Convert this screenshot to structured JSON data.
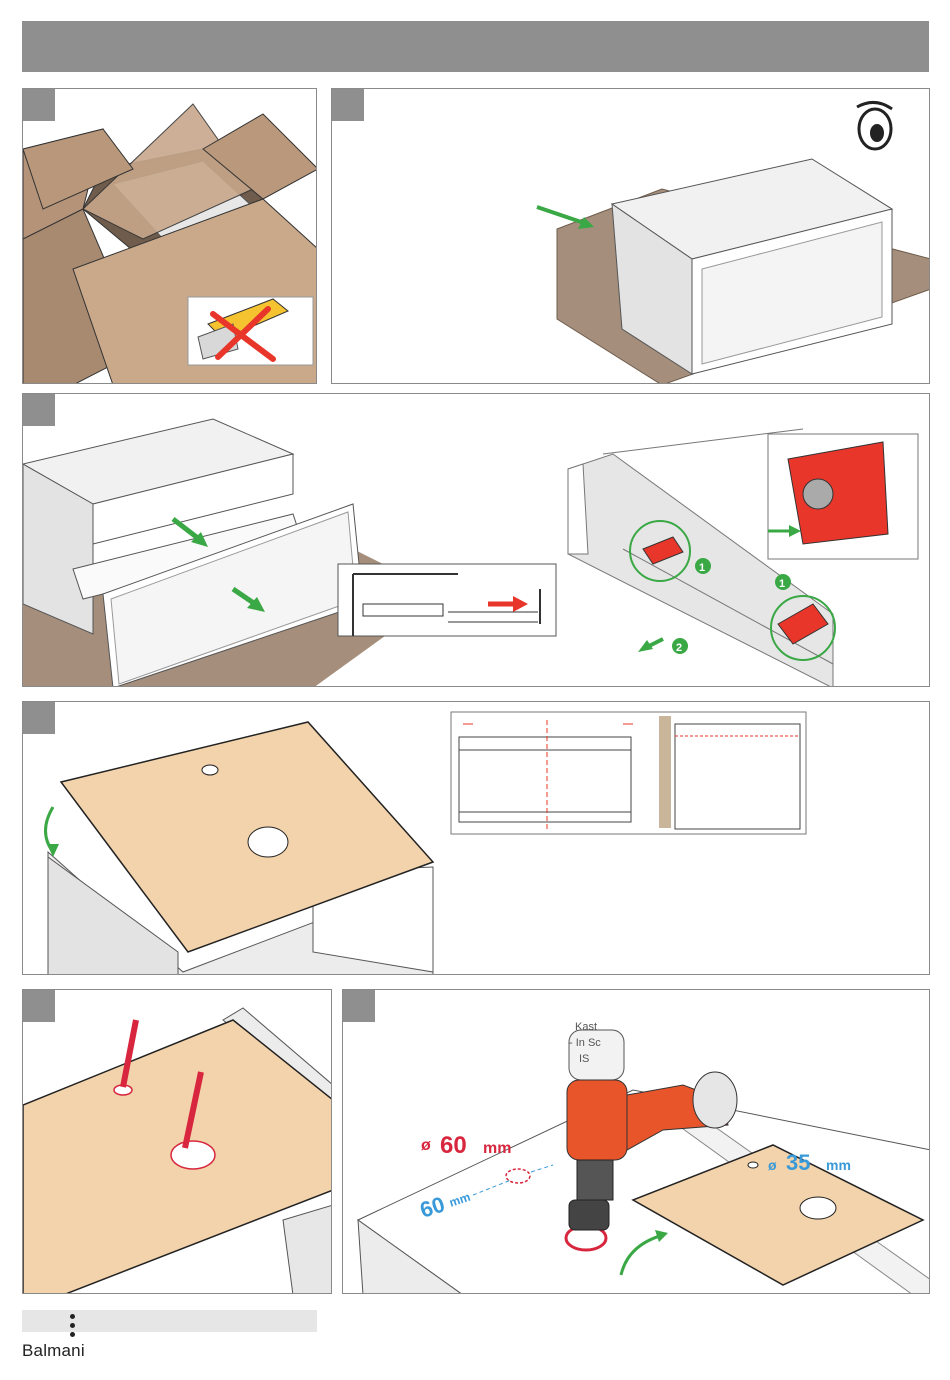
{
  "header": {
    "title": ""
  },
  "steps": [
    {
      "id": 1,
      "label": ""
    },
    {
      "id": 2,
      "label": ""
    },
    {
      "id": 3,
      "label": ""
    },
    {
      "id": 4,
      "label": ""
    },
    {
      "id": 5,
      "label": ""
    },
    {
      "id": 6,
      "label": ""
    }
  ],
  "callouts": {
    "step3_num1": "1",
    "step3_num2": "2",
    "step3_num1b": "1"
  },
  "dimensions": {
    "hole_large_symbol": "ø",
    "hole_large_value": "60",
    "hole_large_unit": "mm",
    "offset_value": "60",
    "offset_unit": "mm",
    "hole_small_symbol": "ø",
    "hole_small_value": "35",
    "hole_small_unit": "mm"
  },
  "drill_text": {
    "line1": "Kast",
    "line2": "- In Sc",
    "line3": "IS"
  },
  "footer": {
    "brand": "Balmani"
  },
  "colors": {
    "header_gray": "#8f8f8f",
    "cardboard": "#c9a98a",
    "floor": "#a58f7c",
    "worktop": "#f2d3ab",
    "arrow_green": "#3aa845",
    "accent_red": "#e8362a",
    "dim_blue": "#3a9ad9"
  }
}
